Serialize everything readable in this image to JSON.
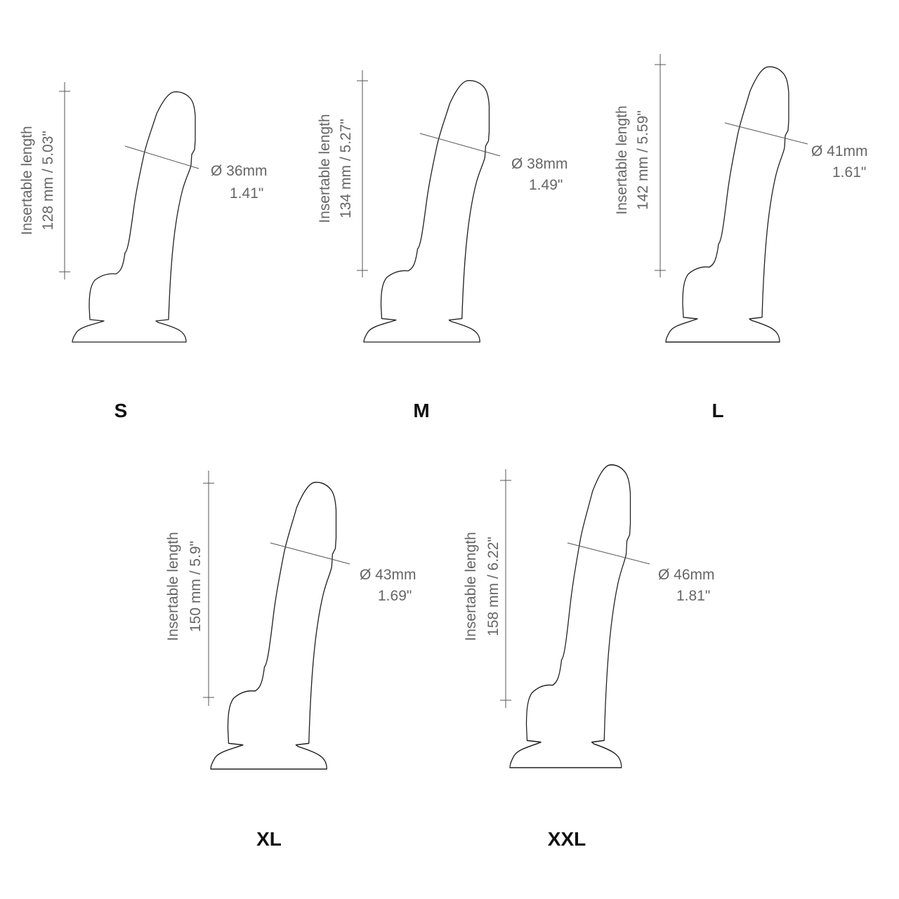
{
  "length_caption": "Insertable length",
  "items": [
    {
      "size": "S",
      "length": "128 mm / 5.03\"",
      "diameter": "Ø 36mm",
      "diameter_in": "1.41\""
    },
    {
      "size": "M",
      "length": "134 mm / 5.27\"",
      "diameter": "Ø 38mm",
      "diameter_in": "1.49\""
    },
    {
      "size": "L",
      "length": "142 mm / 5.59\"",
      "diameter": "Ø 41mm",
      "diameter_in": "1.61\""
    },
    {
      "size": "XL",
      "length": "150 mm / 5.9\"",
      "diameter": "Ø 43mm",
      "diameter_in": "1.69\""
    },
    {
      "size": "XXL",
      "length": "158 mm / 6.22\"",
      "diameter": "Ø 46mm",
      "diameter_in": "1.81\""
    }
  ],
  "colors": {
    "outline": "#222222",
    "annotation": "#666666",
    "label": "#111111"
  }
}
